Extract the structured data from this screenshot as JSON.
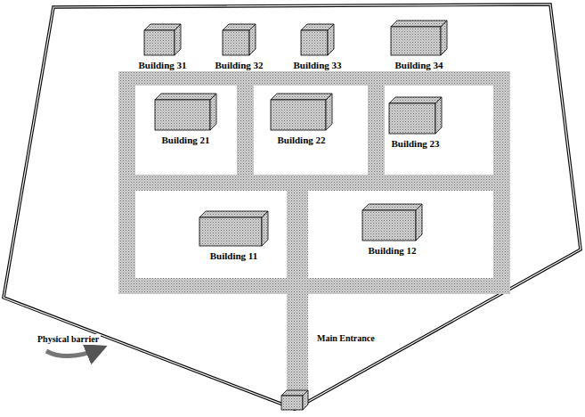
{
  "diagram": {
    "nodes": [
      {
        "text": [
          "Building 31"
        ]
      },
      {
        "text": [
          "Building 32"
        ]
      },
      {
        "text": [
          "Building 33"
        ]
      },
      {
        "text": [
          "Building 34"
        ]
      },
      {
        "text": [
          "Building 21"
        ]
      },
      {
        "text": [
          "Building 22"
        ]
      },
      {
        "text": [
          "Building 23"
        ]
      },
      {
        "text": [
          "Building 11"
        ]
      },
      {
        "text": [
          "Building 12"
        ]
      }
    ],
    "labels": [
      "Physical barrier",
      "Main Entrance"
    ]
  }
}
